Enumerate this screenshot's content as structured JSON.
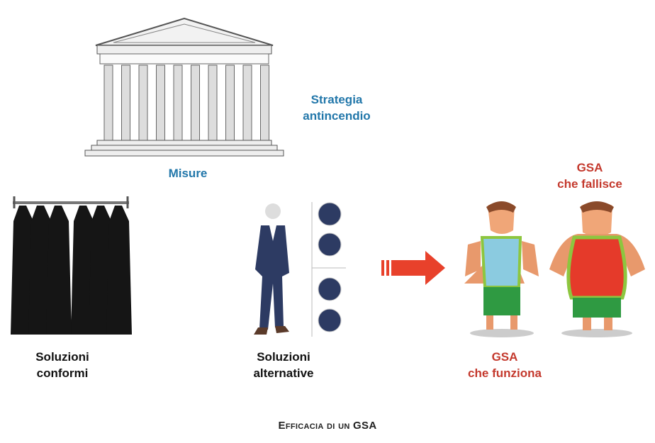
{
  "temple": {
    "label_side": [
      "Strategia",
      "antincendio"
    ],
    "label_bottom": "Misure"
  },
  "columns": [
    {
      "label": [
        "Soluzioni",
        "conformi"
      ]
    },
    {
      "label": [
        "Soluzioni",
        "alternative"
      ]
    },
    {
      "label": [
        "GSA",
        "che funziona"
      ]
    }
  ],
  "failing": {
    "label": [
      "GSA",
      "che fallisce"
    ]
  },
  "caption": "Efficacia di un GSA",
  "colors": {
    "blue": "#2277aa",
    "red": "#c4392d",
    "arrow": "#e8412b"
  }
}
